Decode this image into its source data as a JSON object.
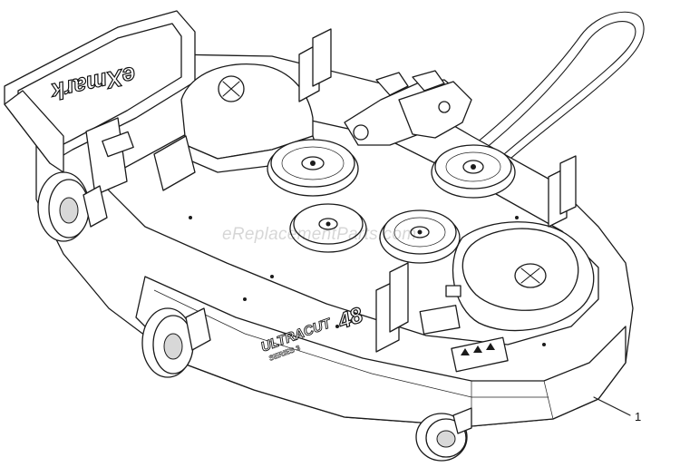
{
  "watermark": "eReplacementParts.com",
  "deck": {
    "brand_logo": "eXmark",
    "model_text": "ULTRACUT",
    "series_text": "SERIES 3",
    "size_text": "48"
  },
  "callouts": [
    {
      "label": "1"
    }
  ],
  "icons": {
    "belt_guard_logo": "exmark-x-logo-icon",
    "pulley": "pulley-icon",
    "wheel": "caster-wheel-icon",
    "belt": "drive-belt-icon"
  }
}
